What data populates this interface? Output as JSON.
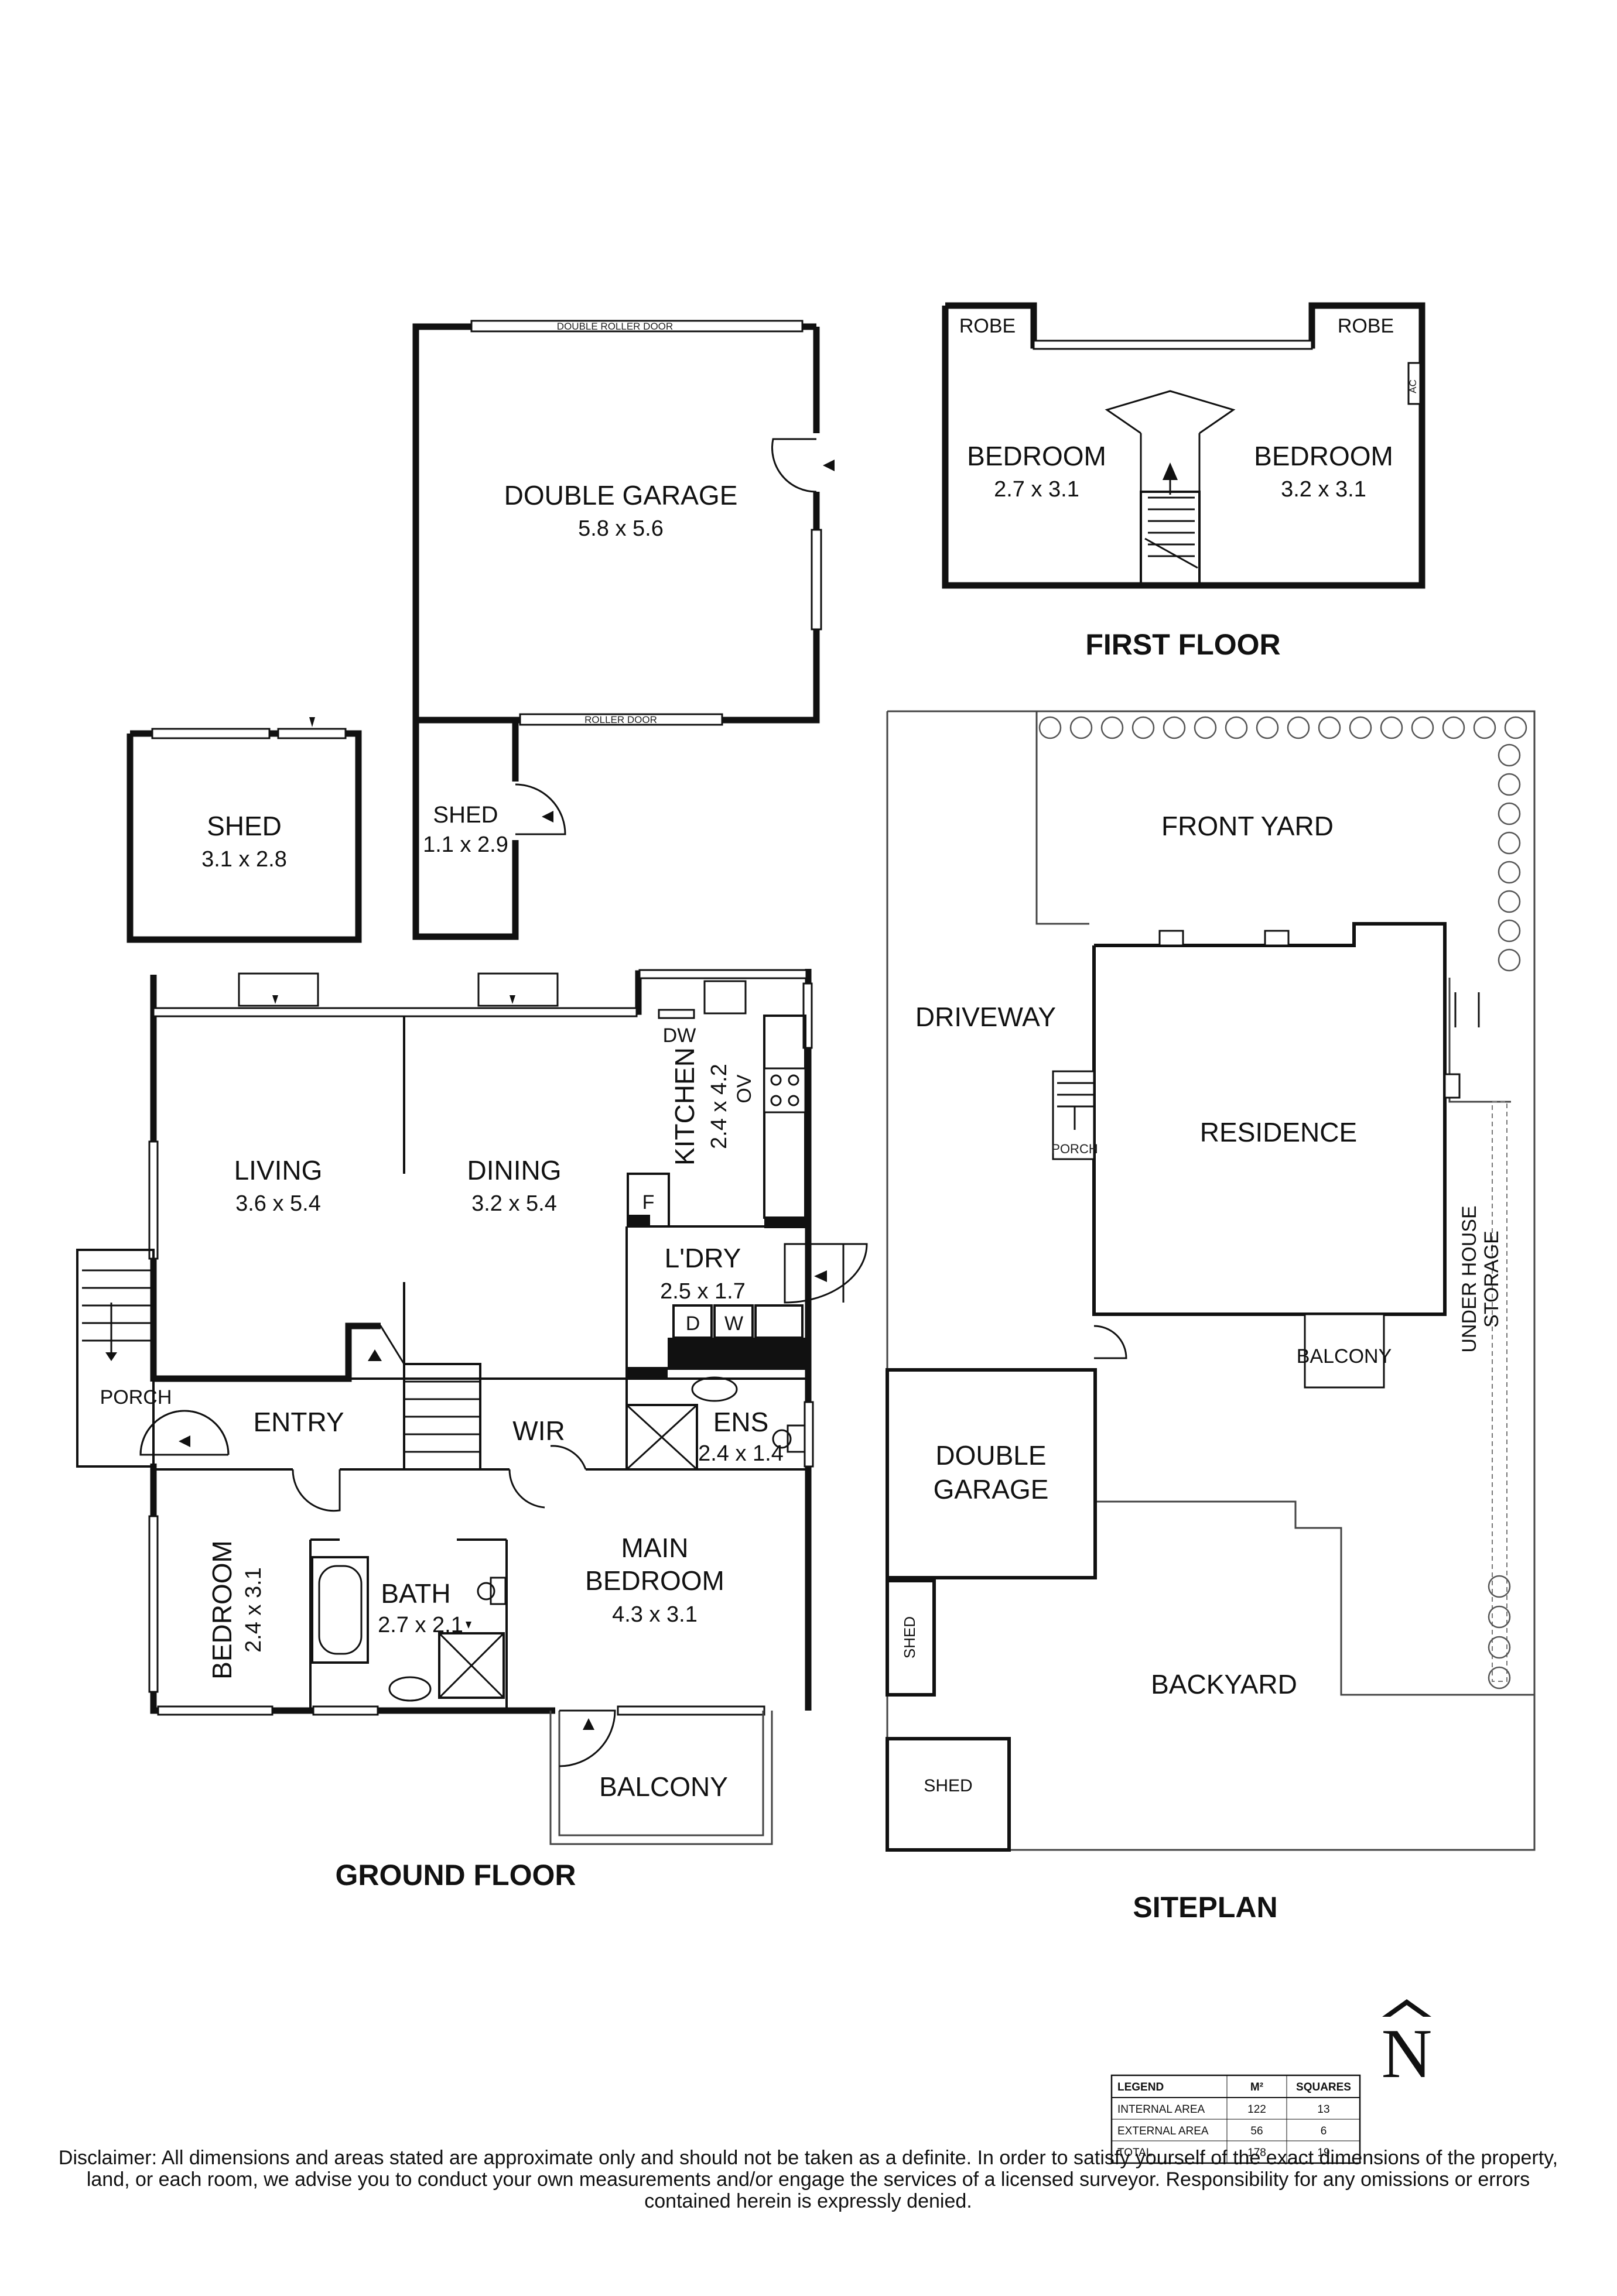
{
  "headings": {
    "first_floor": "FIRST FLOOR",
    "ground_floor": "GROUND FLOOR",
    "siteplan": "SITEPLAN"
  },
  "garage": {
    "name": "DOUBLE GARAGE",
    "dims": "5.8 x 5.6",
    "top_door": "DOUBLE ROLLER DOOR",
    "bottom_door": "ROLLER DOOR"
  },
  "shed_left": {
    "name": "SHED",
    "dims": "3.1 x 2.8"
  },
  "shed_small": {
    "name": "SHED",
    "dims": "1.1 x 2.9"
  },
  "first_floor": {
    "robe_left": "ROBE",
    "robe_right": "ROBE",
    "ac": "AC",
    "bedroom_left": {
      "name": "BEDROOM",
      "dims": "2.7 x 3.1"
    },
    "bedroom_right": {
      "name": "BEDROOM",
      "dims": "3.2 x 3.1"
    }
  },
  "ground_floor": {
    "living": {
      "name": "LIVING",
      "dims": "3.6 x 5.4"
    },
    "dining": {
      "name": "DINING",
      "dims": "3.2 x 5.4"
    },
    "kitchen": {
      "name": "KITCHEN",
      "dims": "2.4 x 4.2"
    },
    "dw": "DW",
    "ov": "OV",
    "fridge": "F",
    "laundry": {
      "name": "L'DRY",
      "dims": "2.5 x 1.7"
    },
    "dryer": "D",
    "washer": "W",
    "porch": "PORCH",
    "entry": "ENTRY",
    "wir": "WIR",
    "ens": {
      "name": "ENS",
      "dims": "2.4 x 1.4"
    },
    "bedroom": {
      "name": "BEDROOM",
      "dims": "2.4 x 3.1"
    },
    "bath": {
      "name": "BATH",
      "dims": "2.7 x 2.1"
    },
    "main_bedroom": {
      "name_line1": "MAIN",
      "name_line2": "BEDROOM",
      "dims": "4.3 x 3.1"
    },
    "balcony": "BALCONY"
  },
  "siteplan": {
    "front_yard": "FRONT YARD",
    "driveway": "DRIVEWAY",
    "residence": "RESIDENCE",
    "porch": "PORCH",
    "storage_line1": "UNDER HOUSE",
    "storage_line2": "STORAGE",
    "balcony": "BALCONY",
    "garage_line1": "DOUBLE",
    "garage_line2": "GARAGE",
    "shed_small": "SHED",
    "backyard": "BACKYARD",
    "shed": "SHED"
  },
  "compass": {
    "letter": "N"
  },
  "legend": {
    "headers": [
      "LEGEND",
      "M²",
      "SQUARES"
    ],
    "rows": [
      [
        "INTERNAL AREA",
        "122",
        "13"
      ],
      [
        "EXTERNAL AREA",
        "56",
        "6"
      ],
      [
        "TOTAL",
        "178",
        "19"
      ]
    ]
  },
  "disclaimer": "Disclaimer: All dimensions and areas stated are approximate only and should not be taken as a definite. In order to satisfy yourself of the exact dimensions of the property, land, or each room, we advise you to conduct your own measurements and/or engage the services of a licensed surveyor. Responsibility for any omissions or errors contained herein is expressly denied."
}
